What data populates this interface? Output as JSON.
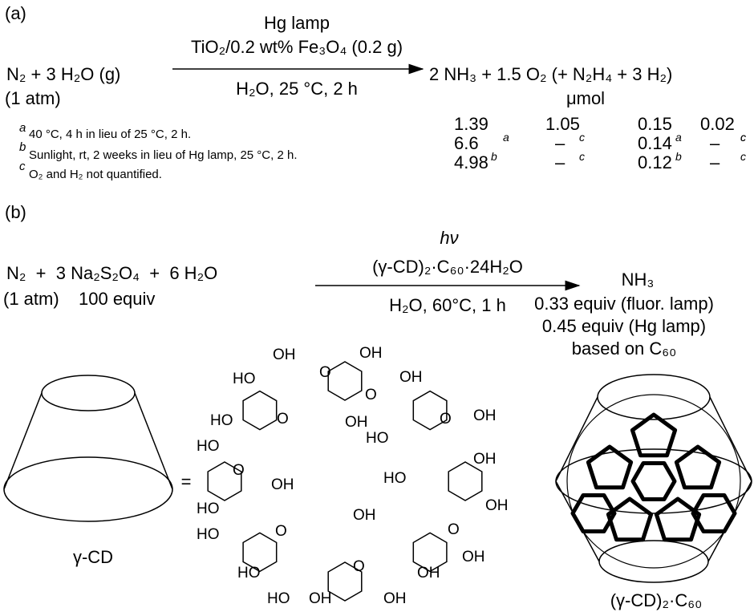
{
  "part_a": {
    "label": "(a)",
    "reactants": "N₂ + 3 H₂O (g)",
    "pressure": "(1 atm)",
    "above_1": "Hg lamp",
    "above_2": "TiO₂/0.2 wt% Fe₃O₄ (0.2 g)",
    "below": "H₂O, 25 °C, 2 h",
    "products": "2 NH₃ + 1.5 O₂ (+  N₂H₄ + 3 H₂)",
    "unit": "μmol",
    "rows": [
      [
        "1.39",
        "",
        "1.05",
        "",
        "0.15",
        "",
        "0.02",
        "c"
      ],
      [
        "6.6",
        "a",
        "–",
        "c",
        "0.14",
        "a",
        "–",
        "c"
      ],
      [
        "4.98",
        "b",
        "–",
        "c",
        "0.12",
        "b",
        "–",
        "c"
      ]
    ],
    "footnotes": [
      {
        "mark": "a",
        "text": "40 °C, 4 h in lieu of 25 °C, 2 h."
      },
      {
        "mark": "b",
        "text": "Sunlight, rt, 2 weeks in lieu of Hg lamp, 25 °C, 2 h."
      },
      {
        "mark": "c",
        "text": "O₂ and H₂ not quantified."
      }
    ]
  },
  "part_b": {
    "label": "(b)",
    "reactants": "N₂  +  3 Na₂S₂O₄  +  6 H₂O",
    "pressure": "(1 atm)",
    "equiv": "100 equiv",
    "above_1": "hν",
    "above_2": "(γ-CD)₂·C₆₀·24H₂O",
    "below": "H₂O, 60°C, 1 h",
    "product": "NH₃",
    "yield_1": "0.33 equiv (fluor. lamp)",
    "yield_2": "0.45 equiv (Hg lamp)",
    "yield_3": "based on C₆₀",
    "cd_label": "γ-CD",
    "equals": "=",
    "complex_label": "(γ-CD)₂·C₆₀",
    "atoms": {
      "oh": "OH",
      "ho": "HO",
      "o": "O"
    }
  }
}
